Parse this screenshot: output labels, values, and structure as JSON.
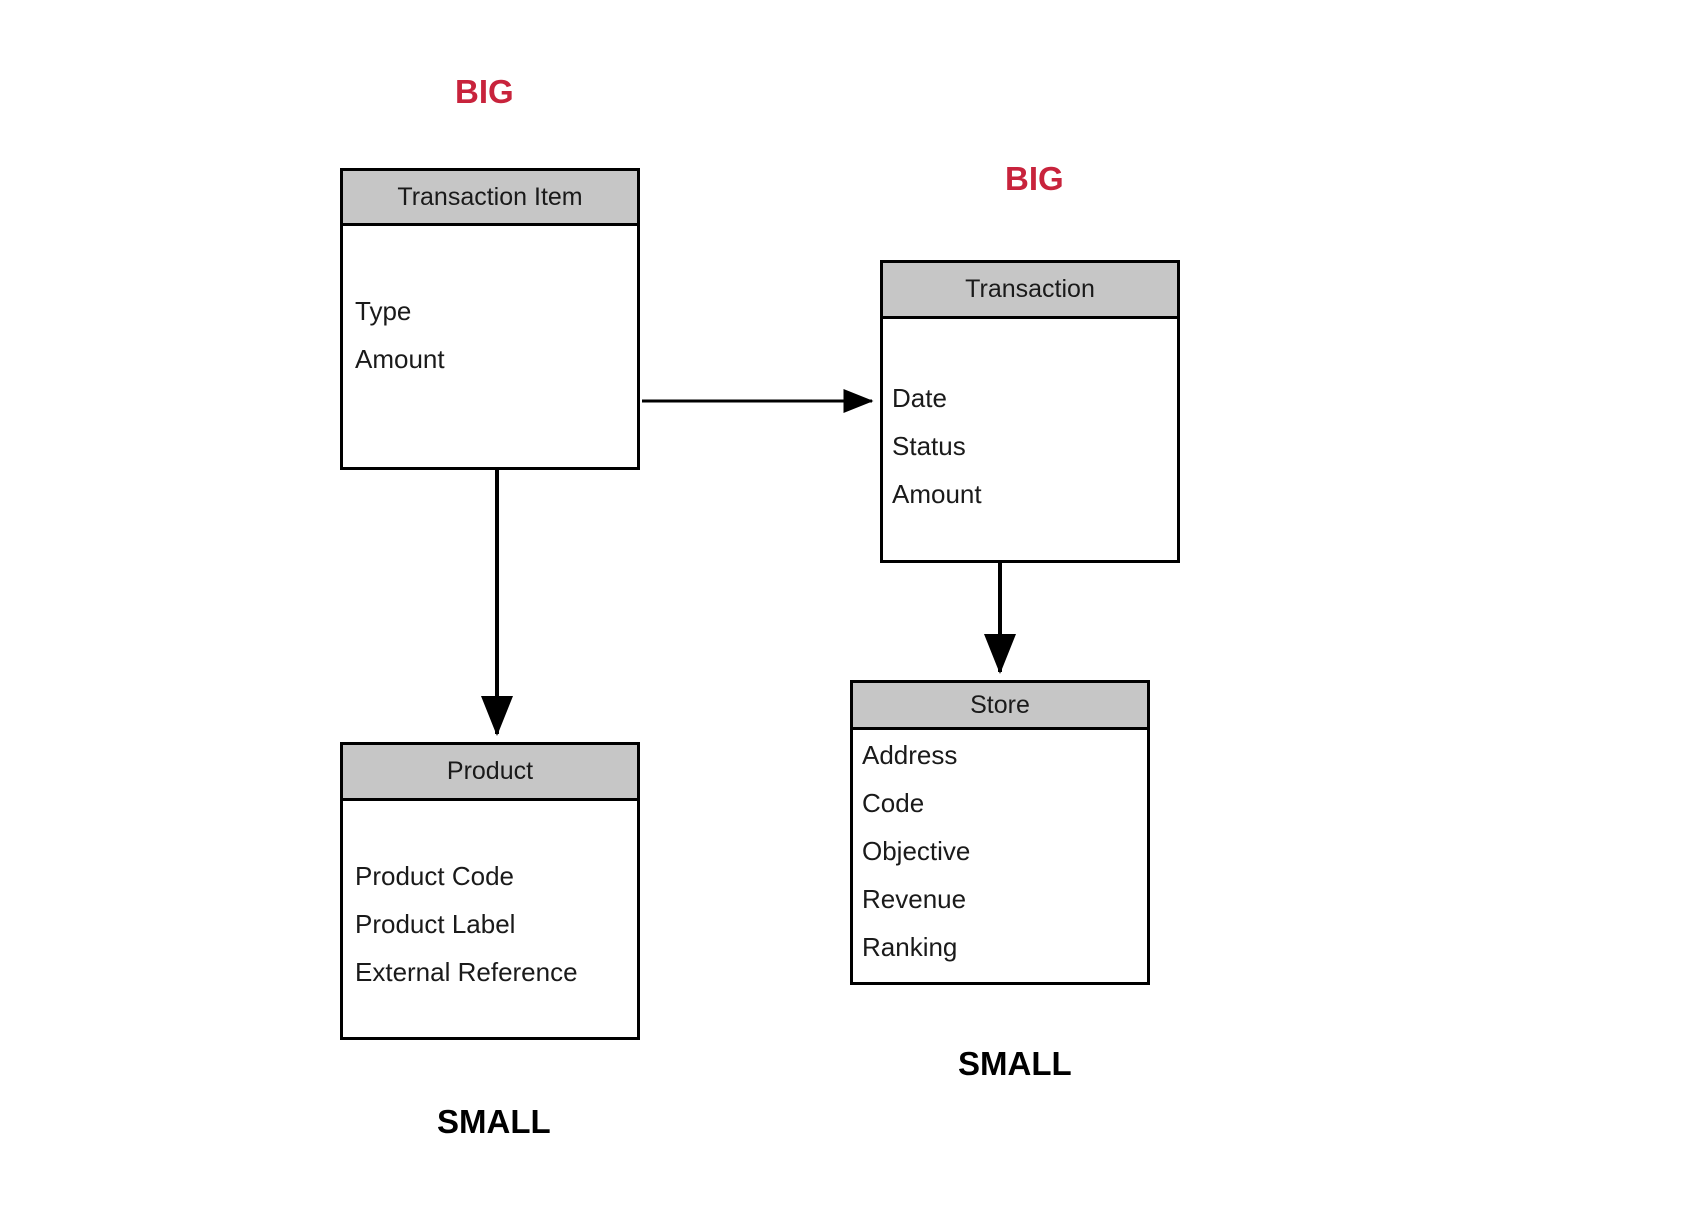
{
  "diagram": {
    "title_note": "entity-relationship sizing diagram",
    "colors": {
      "big_label": "#c8233c",
      "small_label": "#000000",
      "header_fill": "#c6c6c6",
      "box_border": "#000000",
      "background": "#ffffff"
    }
  },
  "entities": [
    {
      "id": "transaction-item",
      "title": "Transaction Item",
      "attributes": [
        "Type",
        "Amount"
      ],
      "size_label": "BIG"
    },
    {
      "id": "transaction",
      "title": "Transaction",
      "attributes": [
        "Date",
        "Status",
        "Amount"
      ],
      "size_label": "BIG"
    },
    {
      "id": "product",
      "title": "Product",
      "attributes": [
        "Product Code",
        "Product Label",
        "External Reference"
      ],
      "size_label": "SMALL"
    },
    {
      "id": "store",
      "title": "Store",
      "attributes": [
        "Address",
        "Code",
        "Objective",
        "Revenue",
        "Ranking"
      ],
      "size_label": "SMALL"
    }
  ],
  "labels": {
    "big_transaction_item": "BIG",
    "big_transaction": "BIG",
    "small_product": "SMALL",
    "small_store": "SMALL"
  },
  "connectors": [
    {
      "id": "transaction-item-to-transaction",
      "from": "transaction-item",
      "to": "transaction",
      "direction": "right"
    },
    {
      "id": "transaction-item-to-product",
      "from": "transaction-item",
      "to": "product",
      "direction": "down"
    },
    {
      "id": "transaction-to-store",
      "from": "transaction",
      "to": "store",
      "direction": "down"
    }
  ]
}
